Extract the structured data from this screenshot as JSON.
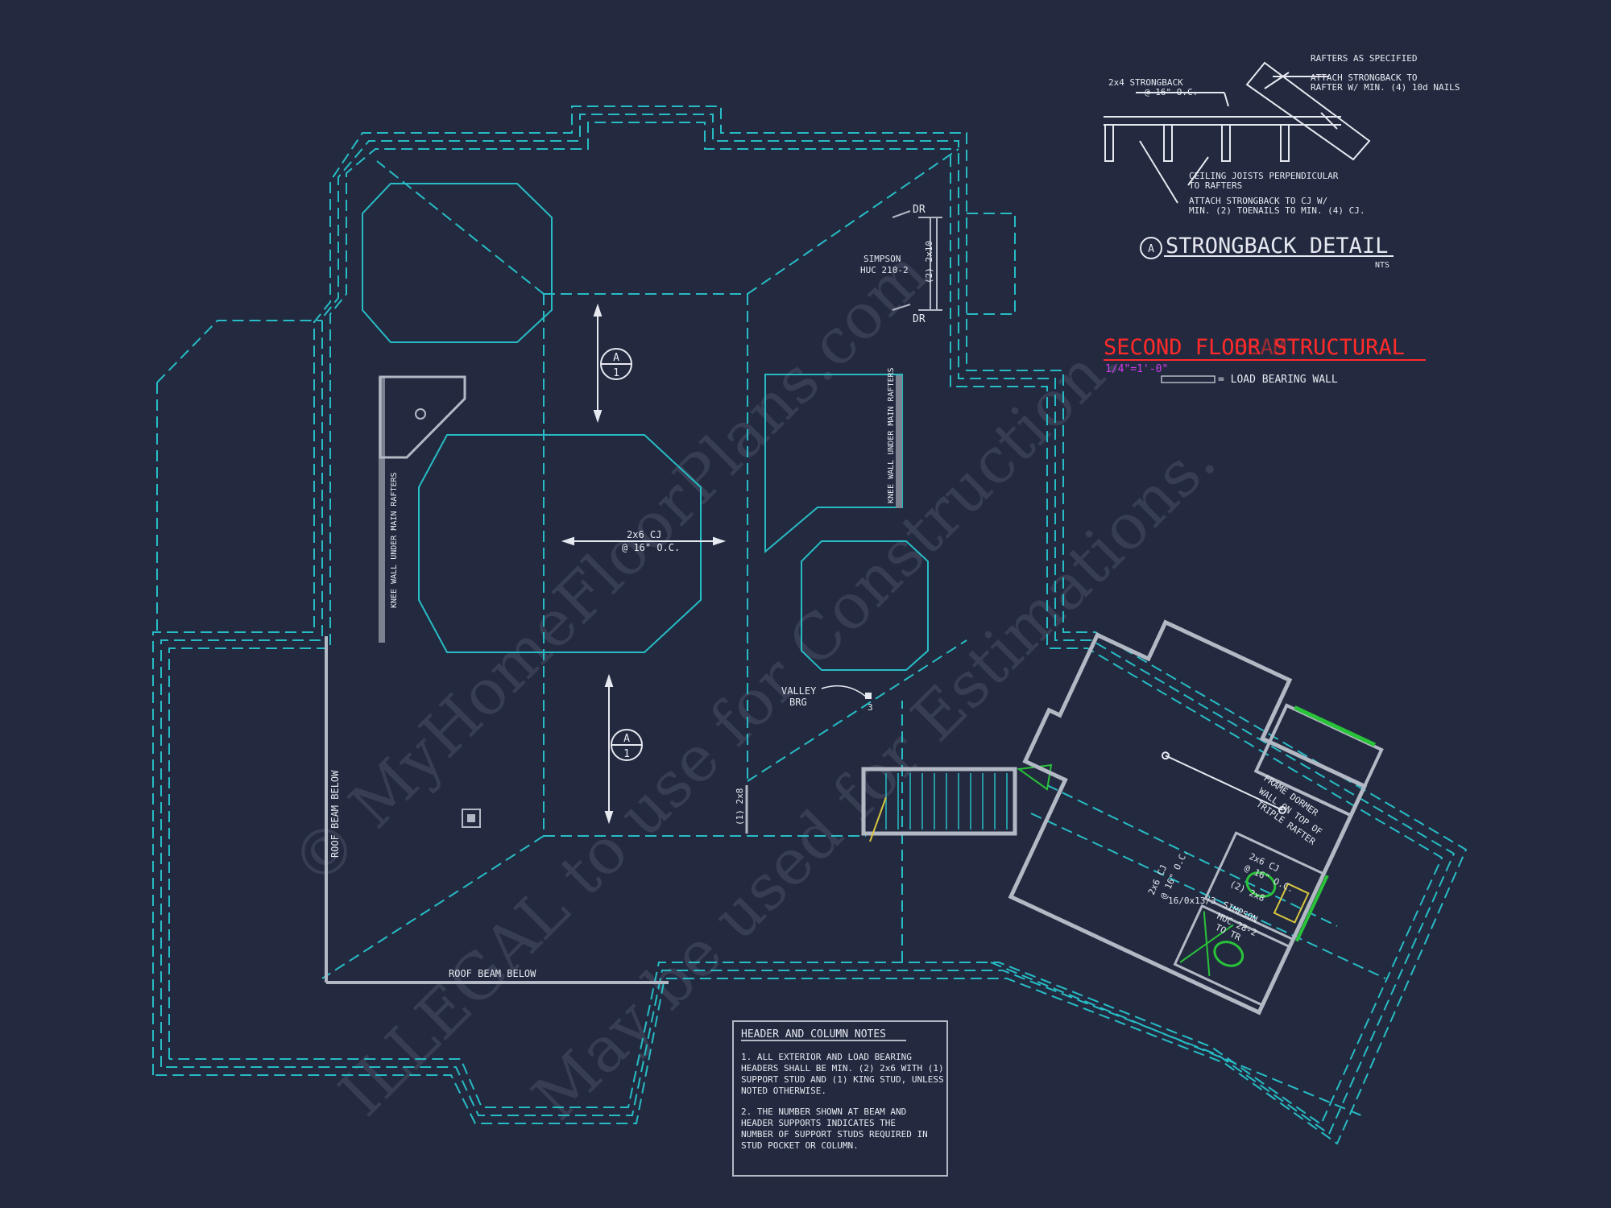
{
  "watermark": {
    "line1": "© MyHomeFloorPlans.com",
    "line2": "ILLEGAL to use for Construction.",
    "line3": "May be used for Estimations."
  },
  "title_block": {
    "title": "SECOND FLOOR STRUCTURAL",
    "overlap": "BEAM",
    "scale": "1/4\"=1'-0\"",
    "legend": "= LOAD BEARING WALL",
    "colors": {
      "title": "#ff2a2a",
      "scale": "#d23cf0"
    }
  },
  "strongback_detail": {
    "marker": "A",
    "title": "STRONGBACK DETAIL",
    "nts": "NTS",
    "notes": {
      "strongback": [
        "2x4 STRONGBACK",
        "@ 16\" O.C."
      ],
      "rafters": "RAFTERS AS SPECIFIED",
      "attach_rafter": [
        "ATTACH STRONGBACK TO",
        "RAFTER W/ MIN. (4) 10d NAILS"
      ],
      "ceiling_joists": [
        "CEILING JOISTS PERPENDICULAR",
        "TO RAFTERS"
      ],
      "attach_cj": [
        "ATTACH STRONGBACK TO CJ W/",
        "MIN. (2) TOENAILS TO MIN. (4) CJ."
      ]
    }
  },
  "plan_labels": {
    "dr_top": "DR",
    "dr_bottom": "DR",
    "simpson_top": [
      "SIMPSON",
      "HUC 210-2"
    ],
    "header_2x10": "(2) 2x10",
    "knee_wall_left": "KNEE WALL UNDER MAIN RAFTERS",
    "knee_wall_right": "KNEE WALL UNDER MAIN RAFTERS",
    "cj_main": [
      "2x6 CJ",
      "@ 16\" O.C."
    ],
    "section_marker": "A",
    "section_sheet": "1",
    "valley_brg": [
      "VALLEY",
      "BRG"
    ],
    "valley_count": "3",
    "header_2x8": "(1) 2x8",
    "roof_beam_left": "ROOF BEAM BELOW",
    "roof_beam_bottom": "ROOF BEAM BELOW",
    "frame_dormer": [
      "FRAME DORMER",
      "WALL ON TOP OF",
      "TRIPLE RAFTER"
    ],
    "cj_right": [
      "2x6 CJ",
      "@ 16\" O.C."
    ],
    "cj_left_angled": [
      "2x6 CJ",
      "@ 16\" O.C."
    ],
    "header_2x8_right": "(2) 2x8",
    "beam_size": "16/0x13/3",
    "simpson_right": [
      "SIMPSON",
      "HUC 28-2",
      "TO TR"
    ]
  },
  "notes": {
    "title": "HEADER AND COLUMN NOTES",
    "note1": [
      "1. ALL EXTERIOR AND LOAD BEARING",
      "HEADERS SHALL BE MIN. (2) 2x6 WITH (1)",
      "SUPPORT STUD AND (1) KING STUD, UNLESS",
      "NOTED OTHERWISE."
    ],
    "note2": [
      "2. THE NUMBER SHOWN AT BEAM AND",
      "HEADER SUPPORTS INDICATES THE",
      "NUMBER OF SUPPORT STUDS REQUIRED IN",
      "STUD POCKET OR COLUMN."
    ]
  },
  "colors": {
    "background": "#232a3f",
    "roof_lines": "#27bcc5",
    "walls": "#b3b9c4",
    "text": "#e6e9f0",
    "fixtures": "#29c33a",
    "stair_accent": "#d8c640"
  }
}
